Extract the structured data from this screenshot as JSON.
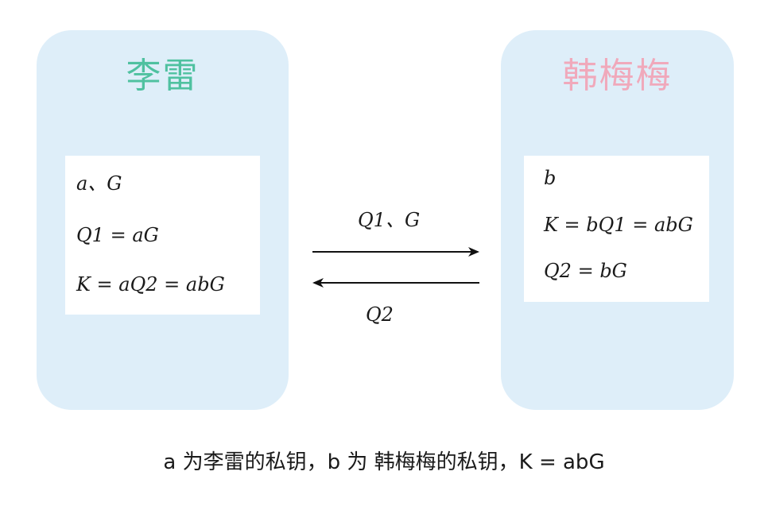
{
  "left_panel": {
    "title": "李雷",
    "lines": [
      "a、G",
      "Q1 = aG",
      "K = aQ2 = abG"
    ]
  },
  "right_panel": {
    "title": "韩梅梅",
    "lines": [
      "b",
      "K = bQ1 = abG",
      "Q2 = bG"
    ]
  },
  "arrows": {
    "forward_label": "Q1、G",
    "backward_label": "Q2"
  },
  "caption": "a 为李雷的私钥，b 为 韩梅梅的私钥，K = abG",
  "colors": {
    "panel_bg": "#deeef9",
    "left_title": "#4fc1a0",
    "right_title": "#f0a9bb"
  }
}
